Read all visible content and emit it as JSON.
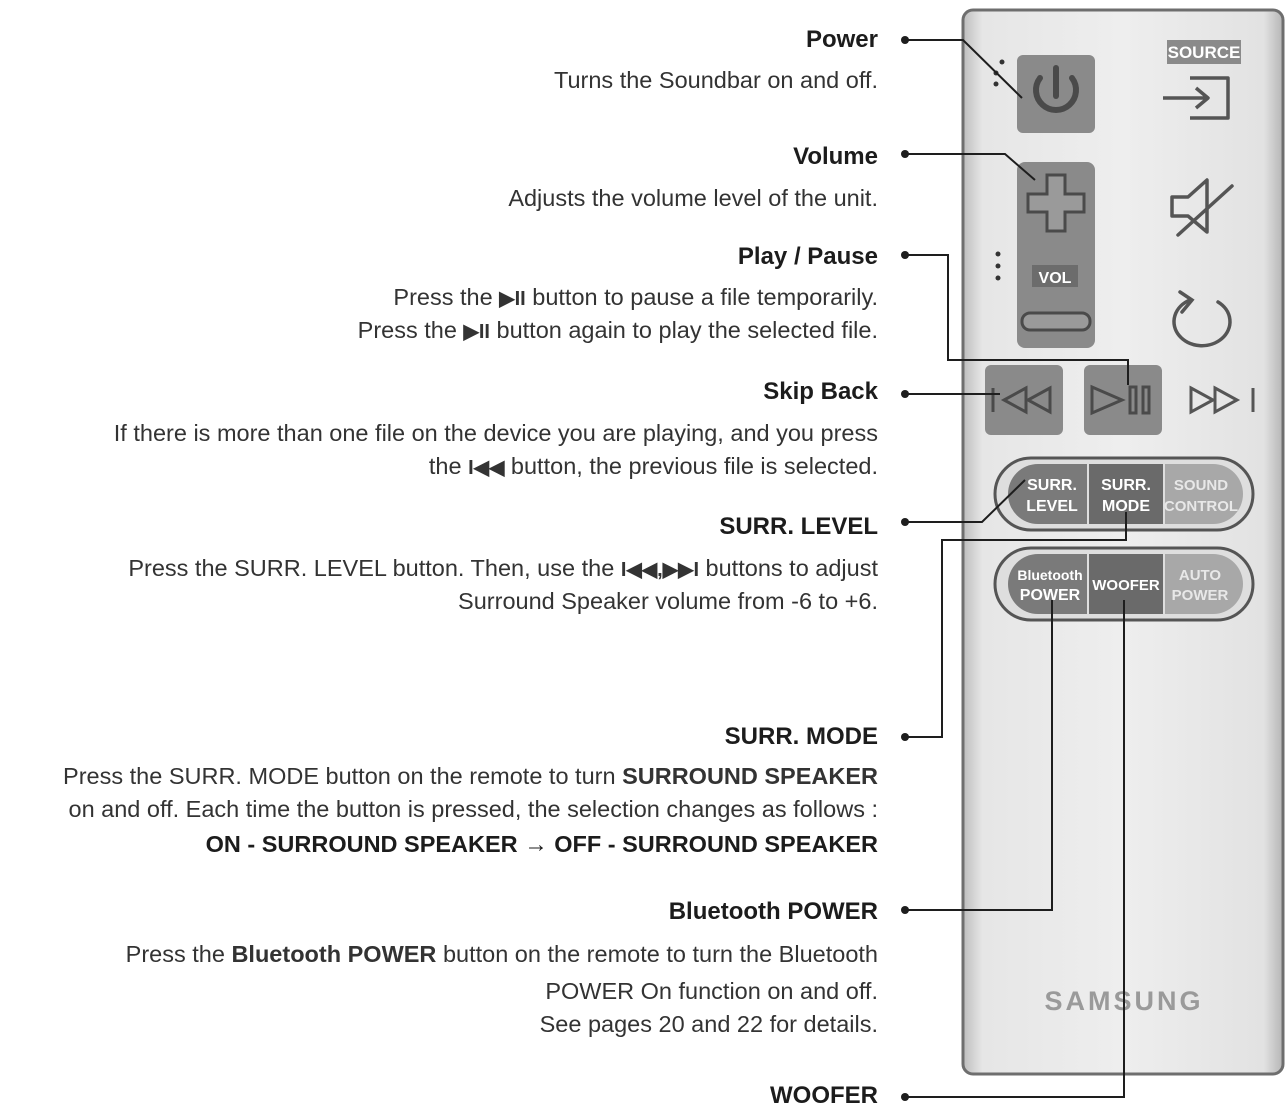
{
  "remote": {
    "source_label": "SOURCE",
    "vol_label": "VOL",
    "brand": "SAMSUNG",
    "buttons": {
      "surr_level": [
        "SURR.",
        "LEVEL"
      ],
      "surr_mode": [
        "SURR.",
        "MODE"
      ],
      "sound_control": [
        "SOUND",
        "CONTROL"
      ],
      "bt_power": [
        "Bluetooth",
        "POWER"
      ],
      "woofer": "WOOFER",
      "auto_power": [
        "AUTO",
        "POWER"
      ]
    }
  },
  "callouts": {
    "power": {
      "title": "Power",
      "desc": "Turns the Soundbar on and off."
    },
    "volume": {
      "title": "Volume",
      "desc": "Adjusts the volume level of the unit."
    },
    "play_pause": {
      "title": "Play / Pause",
      "l1a": "Press the",
      "l1glyph": "▶II",
      "l1b": "button to pause a file temporarily.",
      "l2a": "Press the",
      "l2glyph": "▶II",
      "l2b": "button again to play the selected file."
    },
    "skip_back": {
      "title": "Skip Back",
      "l1": "If there is more than one file on the device you are playing, and you press",
      "l2a": "the",
      "l2glyph": "I◀◀",
      "l2b": "button, the previous file is selected."
    },
    "surr_level": {
      "title": "SURR. LEVEL",
      "l1a": "Press the SURR. LEVEL button. Then, use the",
      "l1glyph": "I◀◀,▶▶I",
      "l1b": "buttons to adjust",
      "l2": "Surround Speaker volume from -6 to +6."
    },
    "surr_mode": {
      "title": "SURR. MODE",
      "l1a": "Press the SURR. MODE button on the remote to turn",
      "l1b": "SURROUND SPEAKER",
      "l2": "on and off. Each time the button is pressed, the selection changes as follows :",
      "l3": "ON - SURROUND SPEAKER →  OFF - SURROUND SPEAKER"
    },
    "bt_power": {
      "title": "Bluetooth POWER",
      "l1a": "Press the",
      "l1b": "Bluetooth POWER",
      "l1c": "button on the remote to turn the Bluetooth",
      "l2": "POWER On function on and off.",
      "l3": "See pages 20 and 22 for details."
    },
    "woofer": {
      "title": "WOOFER"
    }
  }
}
